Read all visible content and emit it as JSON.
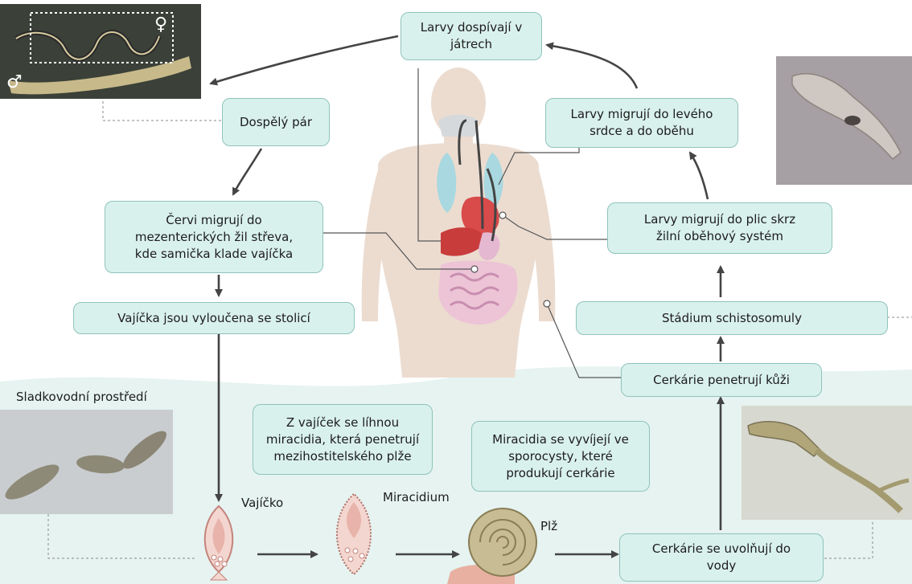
{
  "steps": {
    "liver_maturation": "Larvy dospívají v\njátrech",
    "adult_pair": "Dospělý pár",
    "mesenteric": "Červi migrují do\nmezenterických žil střeva,\nkde samička klade vajíčka",
    "eggs_stool": "Vajíčka jsou vyloučena se stolicí",
    "left_heart": "Larvy migrují do levého\nsrdce a do oběhu",
    "lungs": "Larvy migrují do plic skrz\nžilní oběhový systém",
    "schistosomula": "Stádium schistosomuly",
    "skin": "Cerkárie penetrují kůži",
    "hatch": "Z vajíček se líhnou\nmiracidia, která penetrují\nmezihostitelského plže",
    "sporocysts": "Miracidia se vyvíjejí ve\nsporocysty, které\nprodukují cerkárie",
    "release": "Cerkárie se uvolňují  do\nvody"
  },
  "labels": {
    "freshwater": "Sladkovodní prostředí",
    "egg": "Vajíčko",
    "miracidium": "Miracidium",
    "snail": "Plž",
    "female_symbol": "♀",
    "male_symbol": "♂"
  },
  "colors": {
    "box_fill": "#d9f1ed",
    "box_border": "#8fc3bb",
    "arrow": "#444444",
    "water": "#e6f3f1",
    "body": "#ecdcd0"
  }
}
